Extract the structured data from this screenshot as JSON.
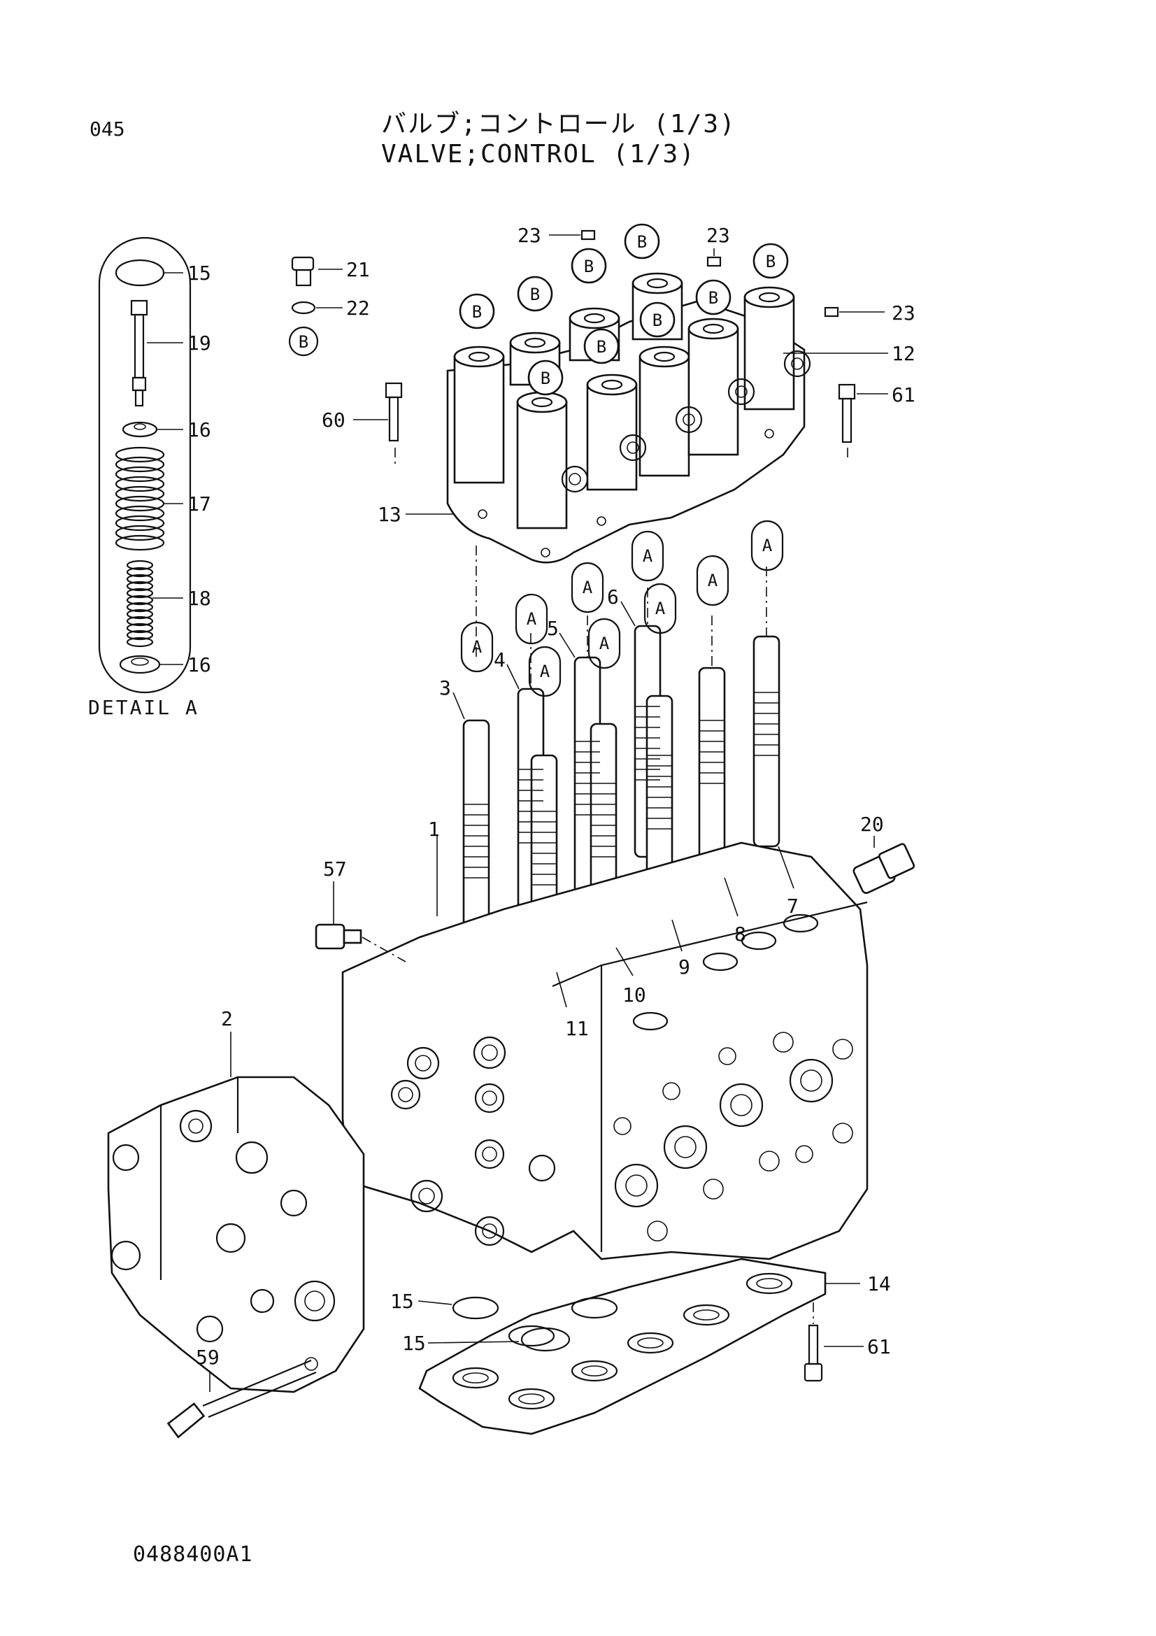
{
  "header": {
    "page_number": "045",
    "title_jp": "バルブ;コントロール (1/3)",
    "title_en": "VALVE;CONTROL (1/3)"
  },
  "detail": {
    "label": "DETAIL A"
  },
  "footer": {
    "drawing_number": "0488400A1"
  },
  "callouts": [
    {
      "id": "p15a",
      "text": "15"
    },
    {
      "id": "p19",
      "text": "19"
    },
    {
      "id": "p16a",
      "text": "16"
    },
    {
      "id": "p17",
      "text": "17"
    },
    {
      "id": "p18",
      "text": "18"
    },
    {
      "id": "p16b",
      "text": "16"
    },
    {
      "id": "p21",
      "text": "21"
    },
    {
      "id": "p22",
      "text": "22"
    },
    {
      "id": "p23a",
      "text": "23"
    },
    {
      "id": "p23b",
      "text": "23"
    },
    {
      "id": "p23c",
      "text": "23"
    },
    {
      "id": "p12",
      "text": "12"
    },
    {
      "id": "p61a",
      "text": "61"
    },
    {
      "id": "p60",
      "text": "60"
    },
    {
      "id": "p13",
      "text": "13"
    },
    {
      "id": "p3",
      "text": "3"
    },
    {
      "id": "p4",
      "text": "4"
    },
    {
      "id": "p5",
      "text": "5"
    },
    {
      "id": "p6",
      "text": "6"
    },
    {
      "id": "p1",
      "text": "1"
    },
    {
      "id": "p57",
      "text": "57"
    },
    {
      "id": "p20",
      "text": "20"
    },
    {
      "id": "p7",
      "text": "7"
    },
    {
      "id": "p8",
      "text": "8"
    },
    {
      "id": "p9",
      "text": "9"
    },
    {
      "id": "p10",
      "text": "10"
    },
    {
      "id": "p11",
      "text": "11"
    },
    {
      "id": "p2",
      "text": "2"
    },
    {
      "id": "p14",
      "text": "14"
    },
    {
      "id": "p15b",
      "text": "15"
    },
    {
      "id": "p15c",
      "text": "15"
    },
    {
      "id": "p61b",
      "text": "61"
    },
    {
      "id": "p59",
      "text": "59"
    }
  ],
  "reference_markers": {
    "a": "A",
    "b": "B"
  }
}
